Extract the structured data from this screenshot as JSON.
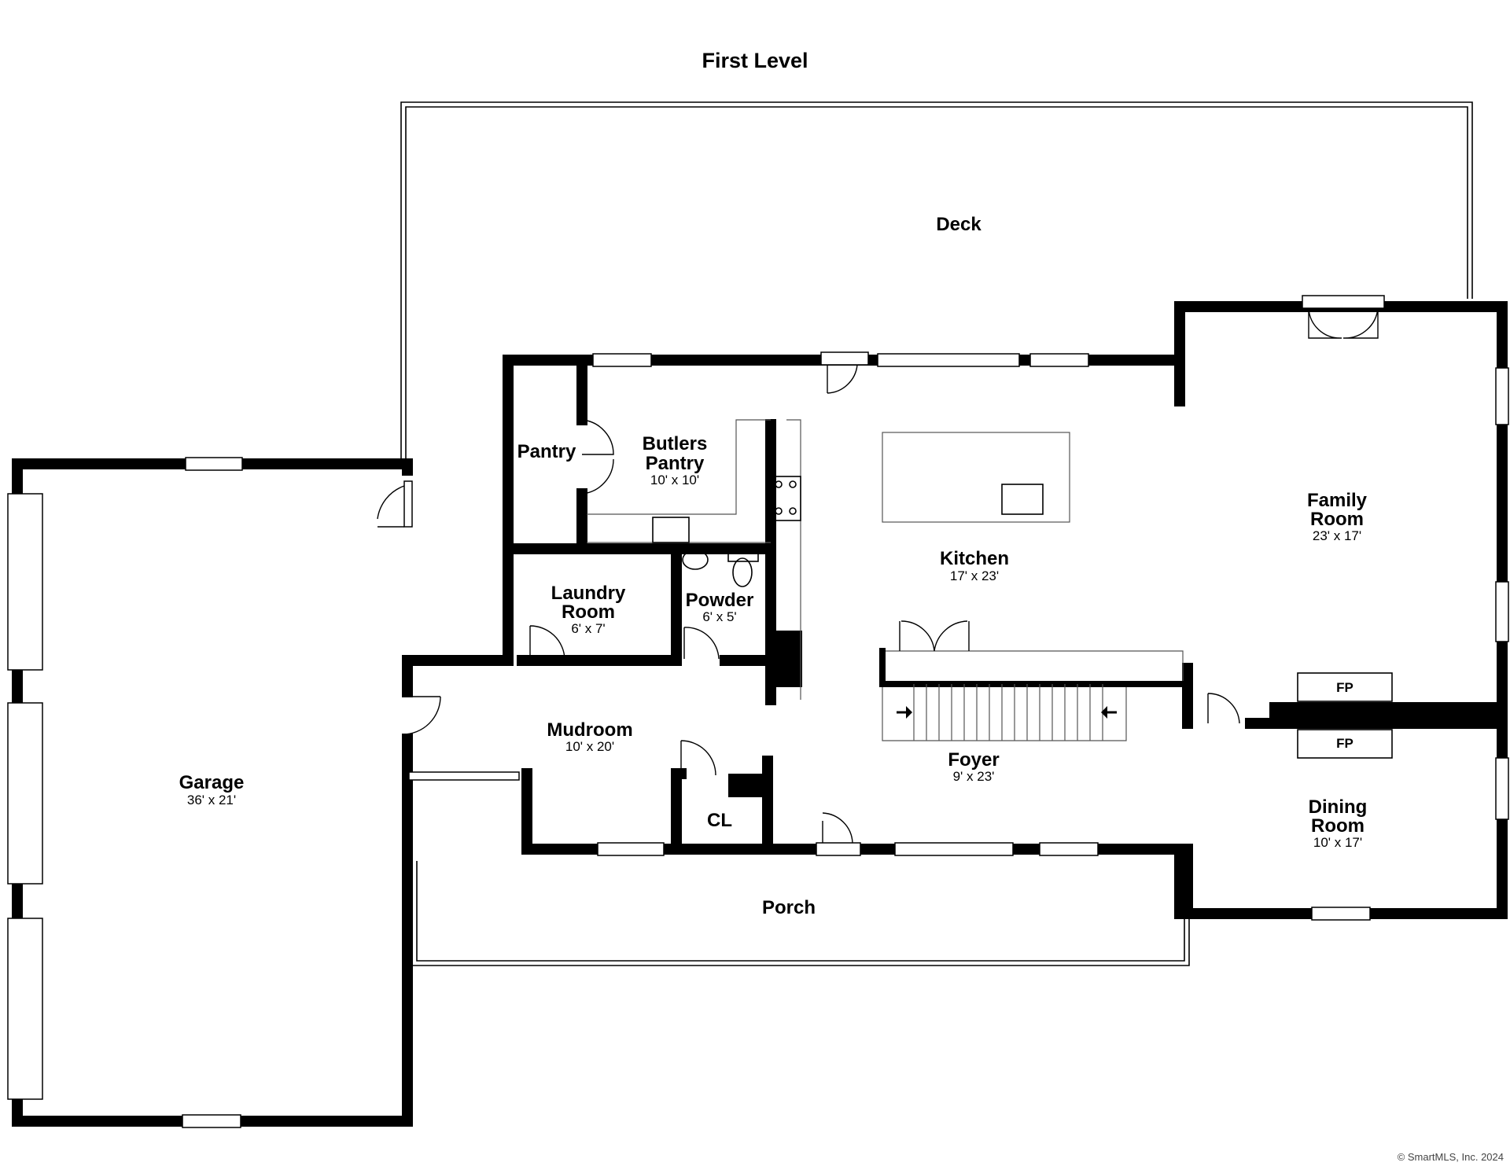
{
  "plan": {
    "title": "First Level",
    "copyright": "© SmartMLS, Inc. 2024",
    "rooms": {
      "deck": {
        "name": "Deck"
      },
      "garage": {
        "name": "Garage",
        "size": "36' x 21'"
      },
      "pantry": {
        "name": "Pantry"
      },
      "butlers_pantry": {
        "name_line1": "Butlers",
        "name_line2": "Pantry",
        "size": "10' x 10'"
      },
      "kitchen": {
        "name": "Kitchen",
        "size": "17' x 23'"
      },
      "family_room": {
        "name_line1": "Family",
        "name_line2": "Room",
        "size": "23' x 17'"
      },
      "laundry_room": {
        "name_line1": "Laundry",
        "name_line2": "Room",
        "size": "6' x 7'"
      },
      "powder": {
        "name": "Powder",
        "size": "6' x 5'"
      },
      "mudroom": {
        "name": "Mudroom",
        "size": "10' x 20'"
      },
      "foyer": {
        "name": "Foyer",
        "size": "9' x 23'"
      },
      "closet": {
        "name": "CL"
      },
      "dining_room": {
        "name_line1": "Dining",
        "name_line2": "Room",
        "size": "10' x 17'"
      },
      "porch": {
        "name": "Porch"
      }
    },
    "fireplaces": {
      "upper": "FP",
      "lower": "FP"
    }
  }
}
